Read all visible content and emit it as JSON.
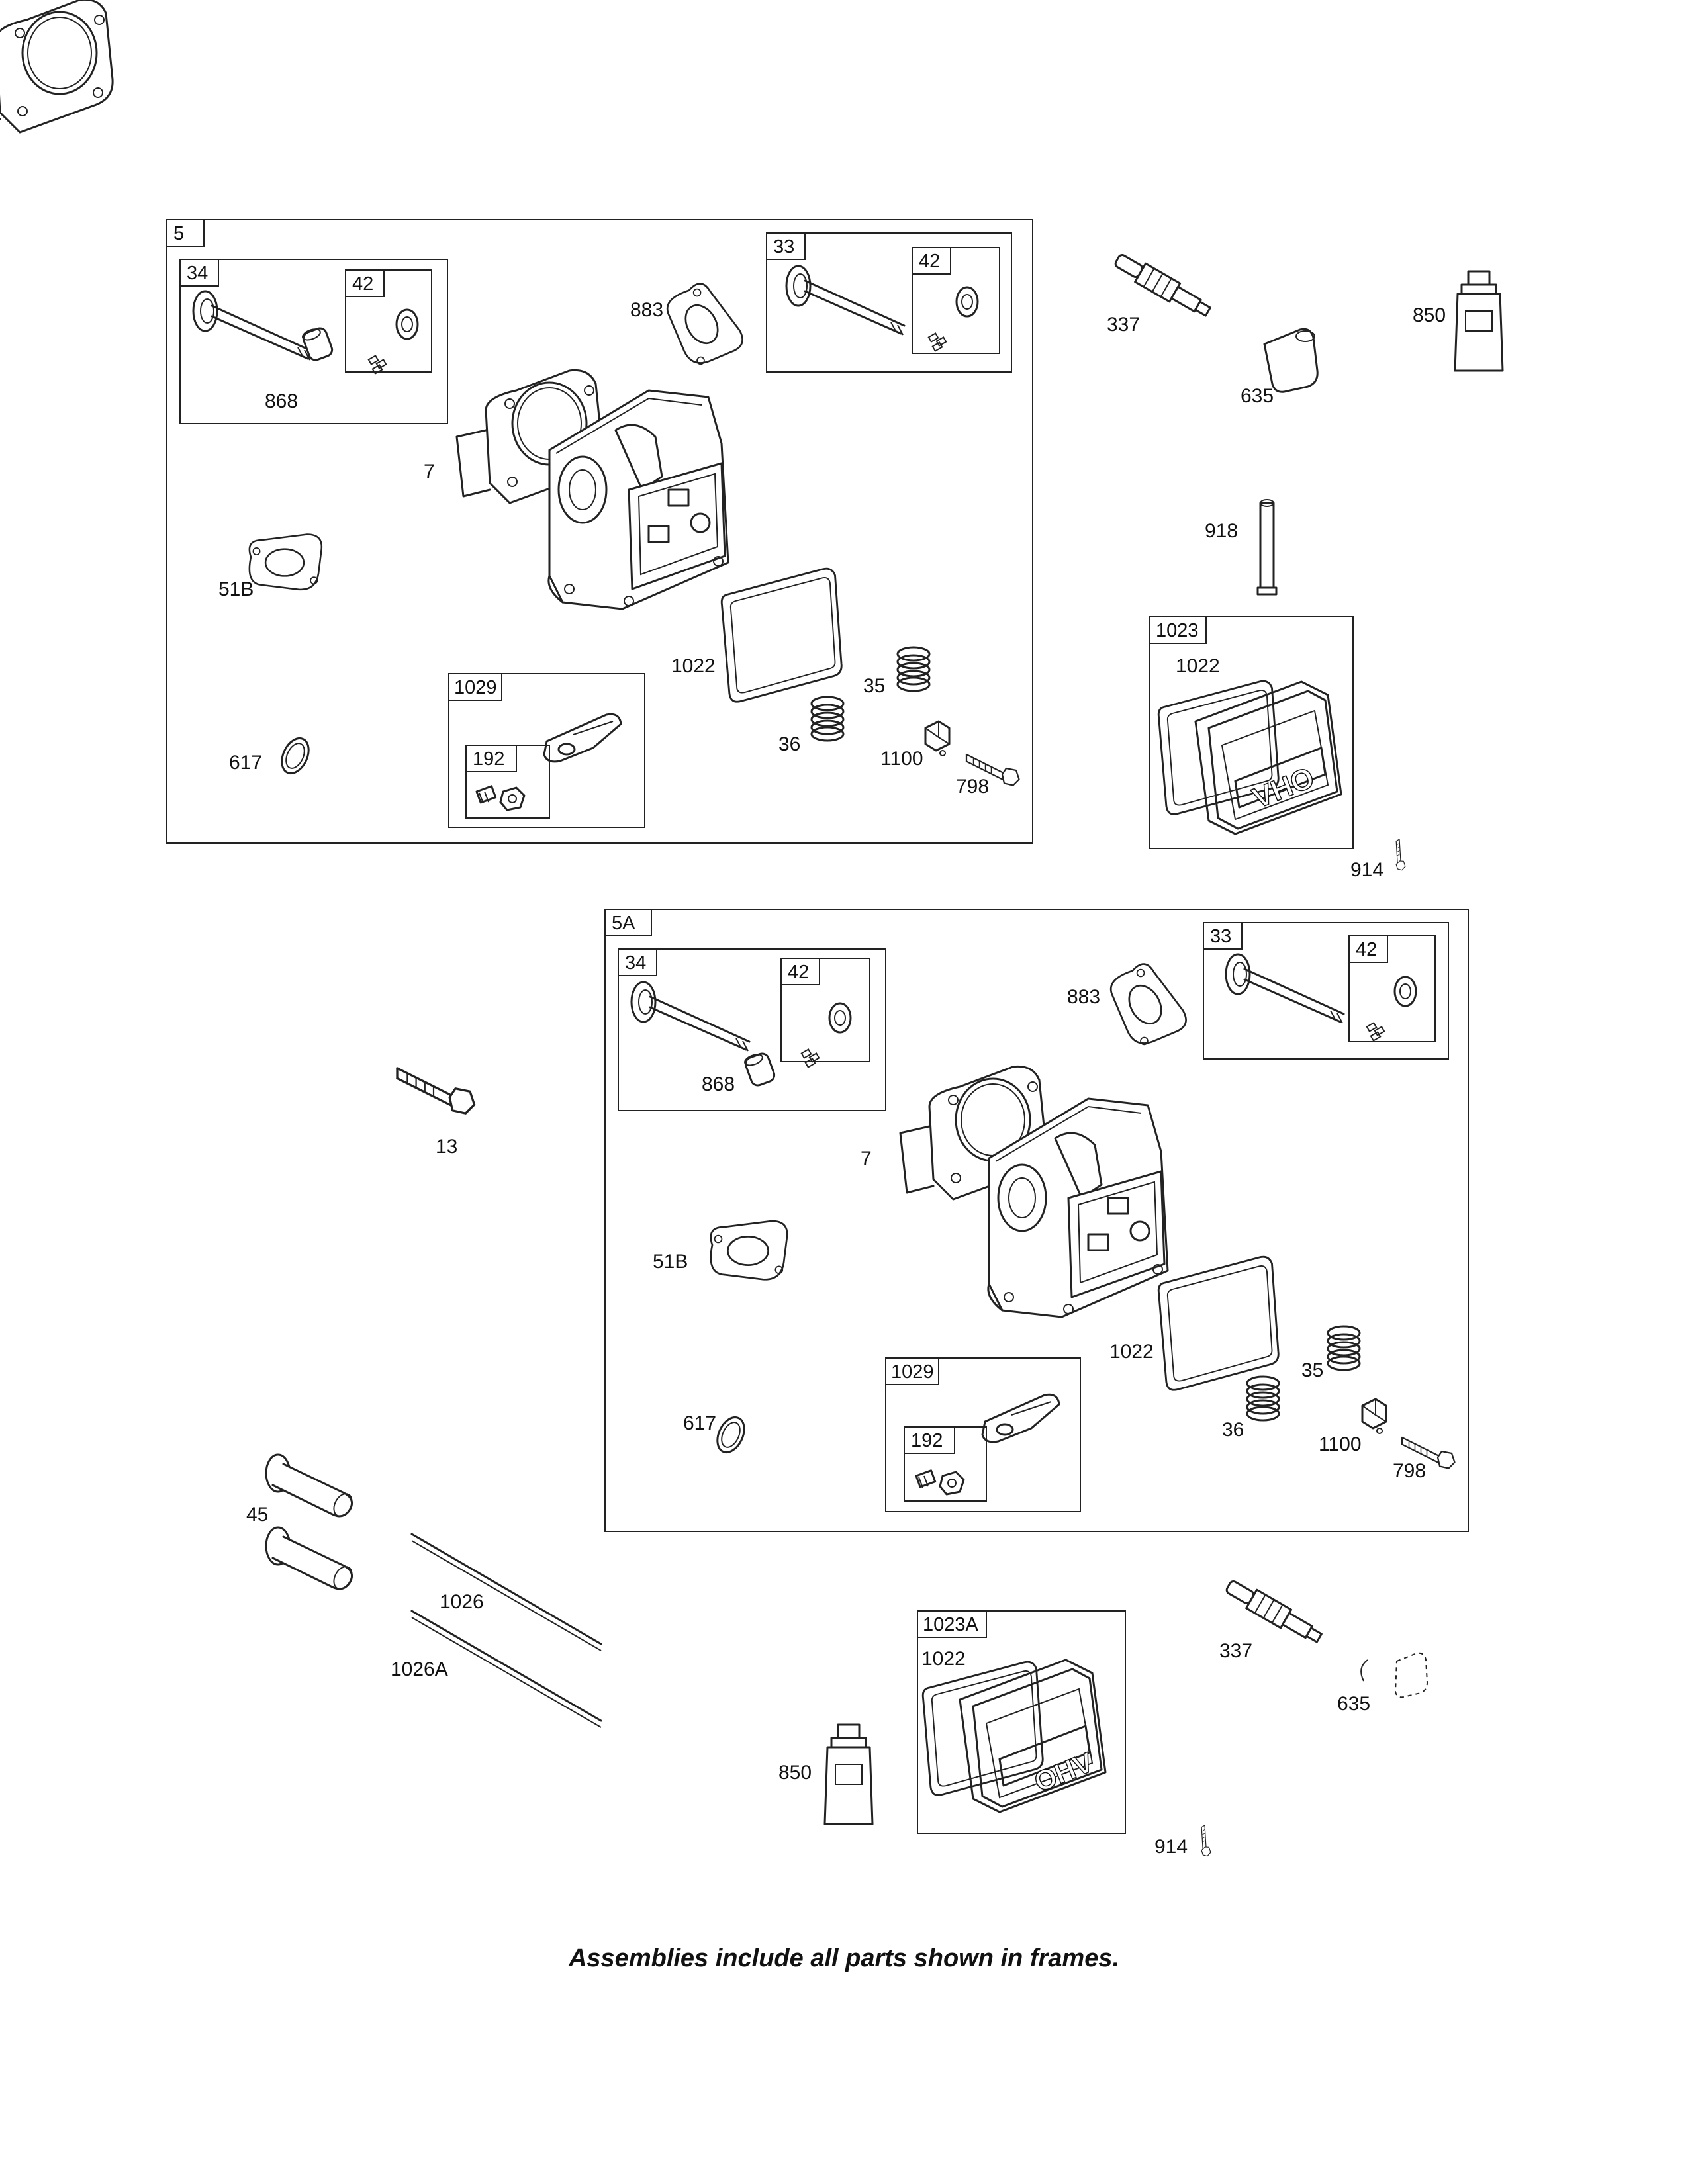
{
  "frames": {
    "f5": "5",
    "f5_34": "34",
    "f5_42a": "42",
    "f5_33": "33",
    "f5_42b": "42",
    "f5_1029": "1029",
    "f5_192": "192",
    "f1023": "1023",
    "f5a": "5A",
    "f5a_34": "34",
    "f5a_42a": "42",
    "f5a_33": "33",
    "f5a_42b": "42",
    "f5a_1029": "1029",
    "f5a_192": "192",
    "f1023a": "1023A"
  },
  "labels": {
    "a868": "868",
    "a883": "883",
    "a7": "7",
    "a51b": "51B",
    "a1022": "1022",
    "a35": "35",
    "a36": "36",
    "a1100": "1100",
    "a798": "798",
    "a617": "617",
    "b337": "337",
    "b635": "635",
    "b850": "850",
    "b918": "918",
    "b1022": "1022",
    "b914": "914",
    "c868": "868",
    "c883": "883",
    "c7": "7",
    "c51b": "51B",
    "c1022": "1022",
    "c35": "35",
    "c36": "36",
    "c1100": "1100",
    "c798": "798",
    "c617": "617",
    "d13": "13",
    "d45": "45",
    "d1026": "1026",
    "d1026a": "1026A",
    "e850": "850",
    "e1022": "1022",
    "e337": "337",
    "e635": "635",
    "e914": "914"
  },
  "cover_text": {
    "top": "VHO",
    "bottom": "OHV"
  },
  "footer": {
    "note": "Assemblies include all parts shown in frames."
  }
}
